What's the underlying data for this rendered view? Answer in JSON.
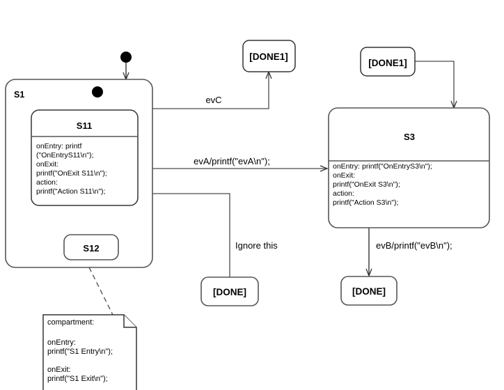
{
  "diagram": {
    "type": "uml-statechart",
    "background_color": "#ffffff",
    "line_color": "#555555",
    "text_color": "#000000"
  },
  "composite_state": {
    "name": "S1",
    "label": "S1"
  },
  "states": [
    {
      "id": "S11",
      "title": "S11",
      "body_lines": [
        "onEntry: printf",
        "(\"OnEntryS11\\n\");",
        "onExit:",
        "printf(\"OnExit S11\\n\");",
        "action:",
        "printf(\"Action S11\\n\");"
      ]
    },
    {
      "id": "S12",
      "title": "S12",
      "body_lines": []
    },
    {
      "id": "S3",
      "title": "S3",
      "body_lines": [
        "onEntry: printf(\"OnEntryS3\\n\");",
        "onExit:",
        "printf(\"OnExit S3\\n\");",
        "action:",
        "printf(\"Action S3\\n\");"
      ]
    }
  ],
  "pseudostates": [
    {
      "id": "done1-top",
      "label": "[DONE1]"
    },
    {
      "id": "done1-right",
      "label": "[DONE1]"
    },
    {
      "id": "done-middle",
      "label": "[DONE]"
    },
    {
      "id": "done-right",
      "label": "[DONE]"
    }
  ],
  "transitions": [
    {
      "id": "t-evC",
      "label": "evC",
      "from": "S1",
      "to": "done1-top"
    },
    {
      "id": "t-evA",
      "label": "evA/printf(\"evA\\n\");",
      "from": "S11",
      "to": "S3"
    },
    {
      "id": "t-ignore",
      "label": "Ignore this",
      "from": "done-middle",
      "to": "S11"
    },
    {
      "id": "t-evB",
      "label": "evB/printf(\"evB\\n\");",
      "from": "S3",
      "to": "done-right"
    },
    {
      "id": "t-done1-s3",
      "label": "",
      "from": "done1-right",
      "to": "S3"
    },
    {
      "id": "t-init-s1",
      "label": "",
      "from": "initial-outer",
      "to": "S1"
    },
    {
      "id": "t-init-s11",
      "label": "",
      "from": "initial-inner",
      "to": "S11"
    }
  ],
  "note": {
    "id": "s1-note",
    "lines": [
      "compartment:",
      "",
      "onEntry:",
      "printf(\"S1 Entry\\n\");",
      "",
      "onExit:",
      "printf(\"S1 Exit\\n\");"
    ],
    "attached_to": "S12"
  }
}
